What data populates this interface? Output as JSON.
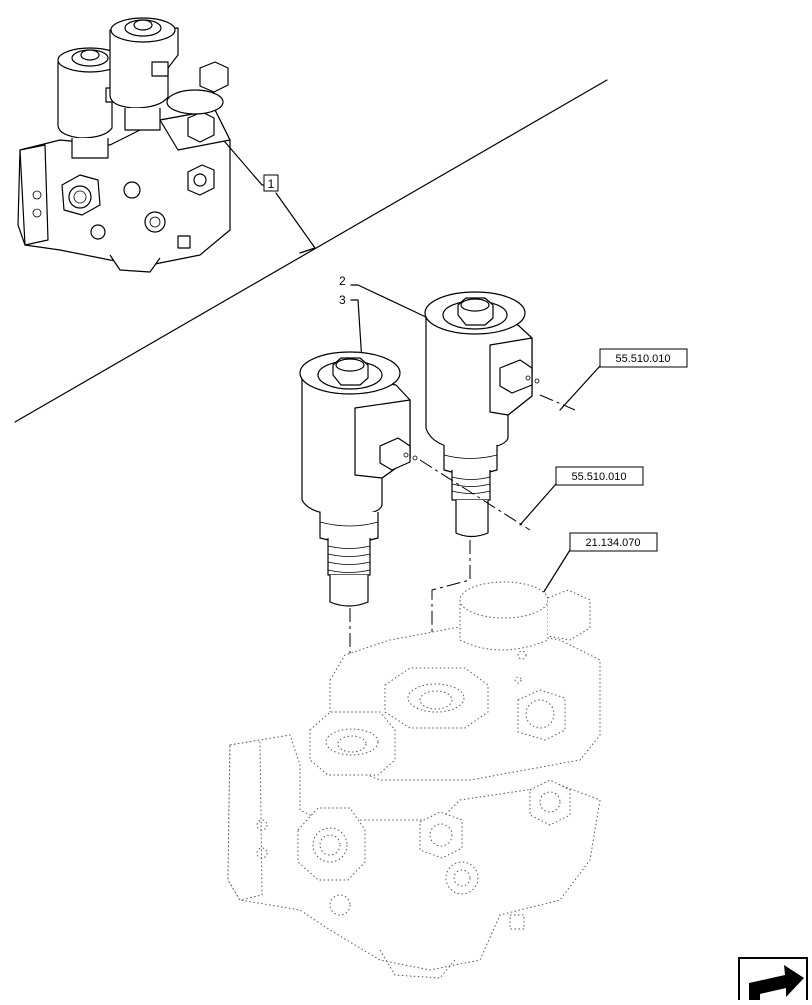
{
  "callouts": {
    "item_1": "1",
    "item_2": "2",
    "item_3": "3"
  },
  "references": [
    "55.510.010",
    "55.510.010",
    "21.134.070"
  ],
  "icons": {
    "nav": "arrow-return-icon"
  }
}
